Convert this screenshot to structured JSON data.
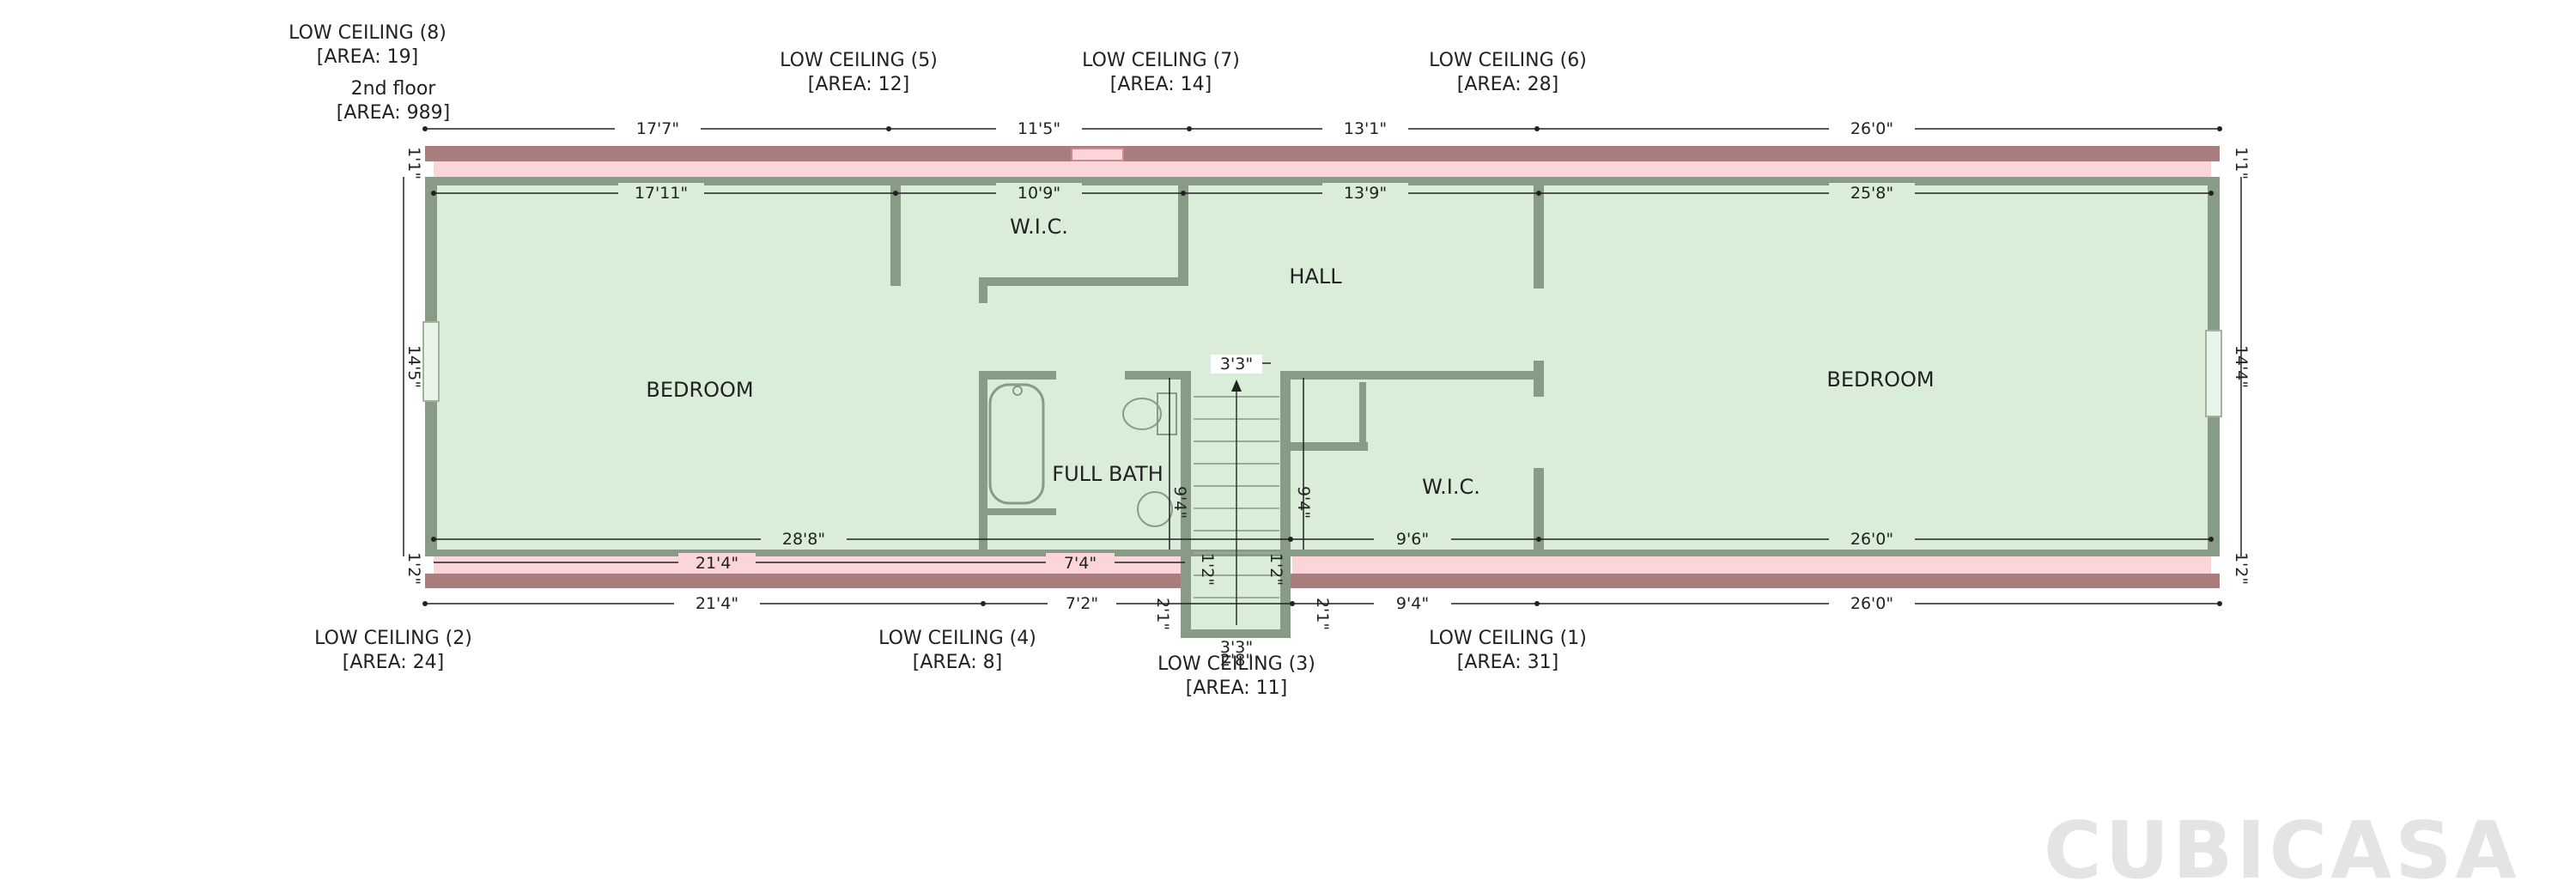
{
  "floor": {
    "name": "2nd floor",
    "area": "[AREA: 989]"
  },
  "low_ceilings": [
    {
      "title": "LOW CEILING (8)",
      "area": "[AREA: 19]"
    },
    {
      "title": "LOW CEILING (5)",
      "area": "[AREA: 12]"
    },
    {
      "title": "LOW CEILING (7)",
      "area": "[AREA: 14]"
    },
    {
      "title": "LOW CEILING (6)",
      "area": "[AREA: 28]"
    },
    {
      "title": "LOW CEILING (2)",
      "area": "[AREA: 24]"
    },
    {
      "title": "LOW CEILING (4)",
      "area": "[AREA: 8]"
    },
    {
      "title": "LOW CEILING (3)",
      "area": "[AREA: 11]"
    },
    {
      "title": "LOW CEILING (1)",
      "area": "[AREA: 31]"
    }
  ],
  "rooms": {
    "bedroom_left": "BEDROOM",
    "bedroom_right": "BEDROOM",
    "wic_top": "W.I.C.",
    "hall": "HALL",
    "full_bath": "FULL BATH",
    "wic_bottom": "W.I.C."
  },
  "dimensions": {
    "top_outer": [
      "17'7\"",
      "11'5\"",
      "13'1\"",
      "26'0\""
    ],
    "top_inner": [
      "17'11\"",
      "10'9\"",
      "13'9\"",
      "25'8\""
    ],
    "bottom_inner": [
      "28'8\"",
      "9'6\"",
      "26'0\""
    ],
    "bottom_low": [
      "21'4\"",
      "7'4\""
    ],
    "bottom_outer": [
      "21'4\"",
      "7'2\"",
      "9'4\"",
      "26'0\""
    ],
    "stair_width": "3'3\"",
    "stair_bottom": "3'3\"",
    "stair_bottom_2": "2'8\"",
    "left_height": "14'5\"",
    "right_height": "14'4\"",
    "left_top_small": "1'1\"",
    "right_top_small": "1'1\"",
    "left_bottom_small": "1'2\"",
    "right_bottom_small": "1'2\"",
    "bath_height": "9'4\"",
    "wic_height": "9'4\"",
    "stair_side_left": "1'2\"",
    "stair_side_right": "1'2\"",
    "stair_low_left": "2'1\"",
    "stair_low_right": "2'1\""
  },
  "brand": {
    "logo_text": "CUBICASA"
  },
  "colors": {
    "floor_fill": "#d9edd9",
    "wall": "#879b86",
    "low_ceiling_fill": "#fbd5d8",
    "exterior_band": "#a97c7e"
  }
}
